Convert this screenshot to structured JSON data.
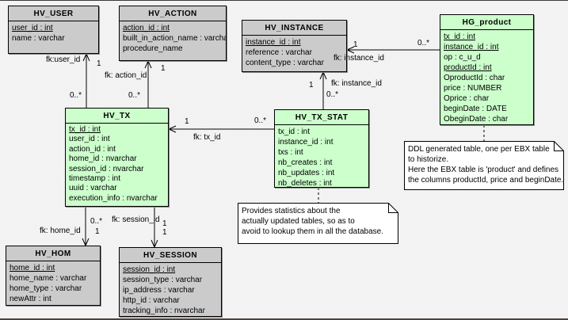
{
  "colors": {
    "entity_gray": "#cbcbcb",
    "entity_green": "#ccffcc",
    "border": "#000000",
    "note_background": "#ffffff"
  },
  "entities": {
    "hv_user": {
      "title": "HV_USER",
      "attrs": [
        "user_id : int",
        "name : varchar"
      ]
    },
    "hv_action": {
      "title": "HV_ACTION",
      "attrs": [
        "action_id : int",
        "built_in_action_name : varchar",
        "procedure_name"
      ]
    },
    "hv_instance": {
      "title": "HV_INSTANCE",
      "attrs": [
        "instance_id : int",
        "reference : varchar",
        "content_type : varchar"
      ]
    },
    "hg_product": {
      "title": "HG_product",
      "attrs": [
        "tx_id : int",
        "instance_id : int",
        "op : c_u_d",
        "productId : int",
        "OproductId : char",
        "price : NUMBER",
        "Oprice : char",
        "beginDate : DATE",
        "ObeginDate : char"
      ]
    },
    "hv_tx": {
      "title": "HV_TX",
      "attrs": [
        "tx_id : int",
        "user_id : int",
        "action_id : int",
        "home_id : nvarchar",
        "session_id : nvarchar",
        "timestamp : int",
        "uuid : varchar",
        "execution_info : nvarchar"
      ]
    },
    "hv_tx_stat": {
      "title": "HV_TX_STAT",
      "attrs": [
        "tx_id : int",
        "instance_id : int",
        "txs : int",
        "nb_creates : int",
        "nb_updates : int",
        "nb_deletes : int"
      ]
    },
    "hv_hom": {
      "title": "HV_HOM",
      "attrs": [
        "home_id : int",
        "home_name : varchar",
        "home_type : varchar",
        "newAttr : int"
      ]
    },
    "hv_session": {
      "title": "HV_SESSION",
      "attrs": [
        "session_id : int",
        "session_type : varchar",
        "ip_address : varchar",
        "http_id : varchar",
        "tracking_info : nvarchar"
      ]
    }
  },
  "relations": {
    "fk_user_id": "fk:user_id",
    "fk_action_id": "fk: action_id",
    "fk_instance_id_stat": "fk: instance_id",
    "fk_instance_id_product": "fk: instance_id",
    "fk_tx_id": "fk: tx_id",
    "fk_home_id": "fk: home_id",
    "fk_session_id": "fk: session_id",
    "one": "1",
    "many": "0..*"
  },
  "notes": {
    "ddl": {
      "lines": [
        "DDL generated table, one per EBX table",
        "to historize.",
        "Here the EBX table is 'product' and defines",
        "the columns productId, price and beginDate."
      ]
    },
    "stats": {
      "lines": [
        "Provides statistics about the",
        "actually updated tables, so as to",
        "avoid to lookup them in all the database."
      ]
    }
  }
}
